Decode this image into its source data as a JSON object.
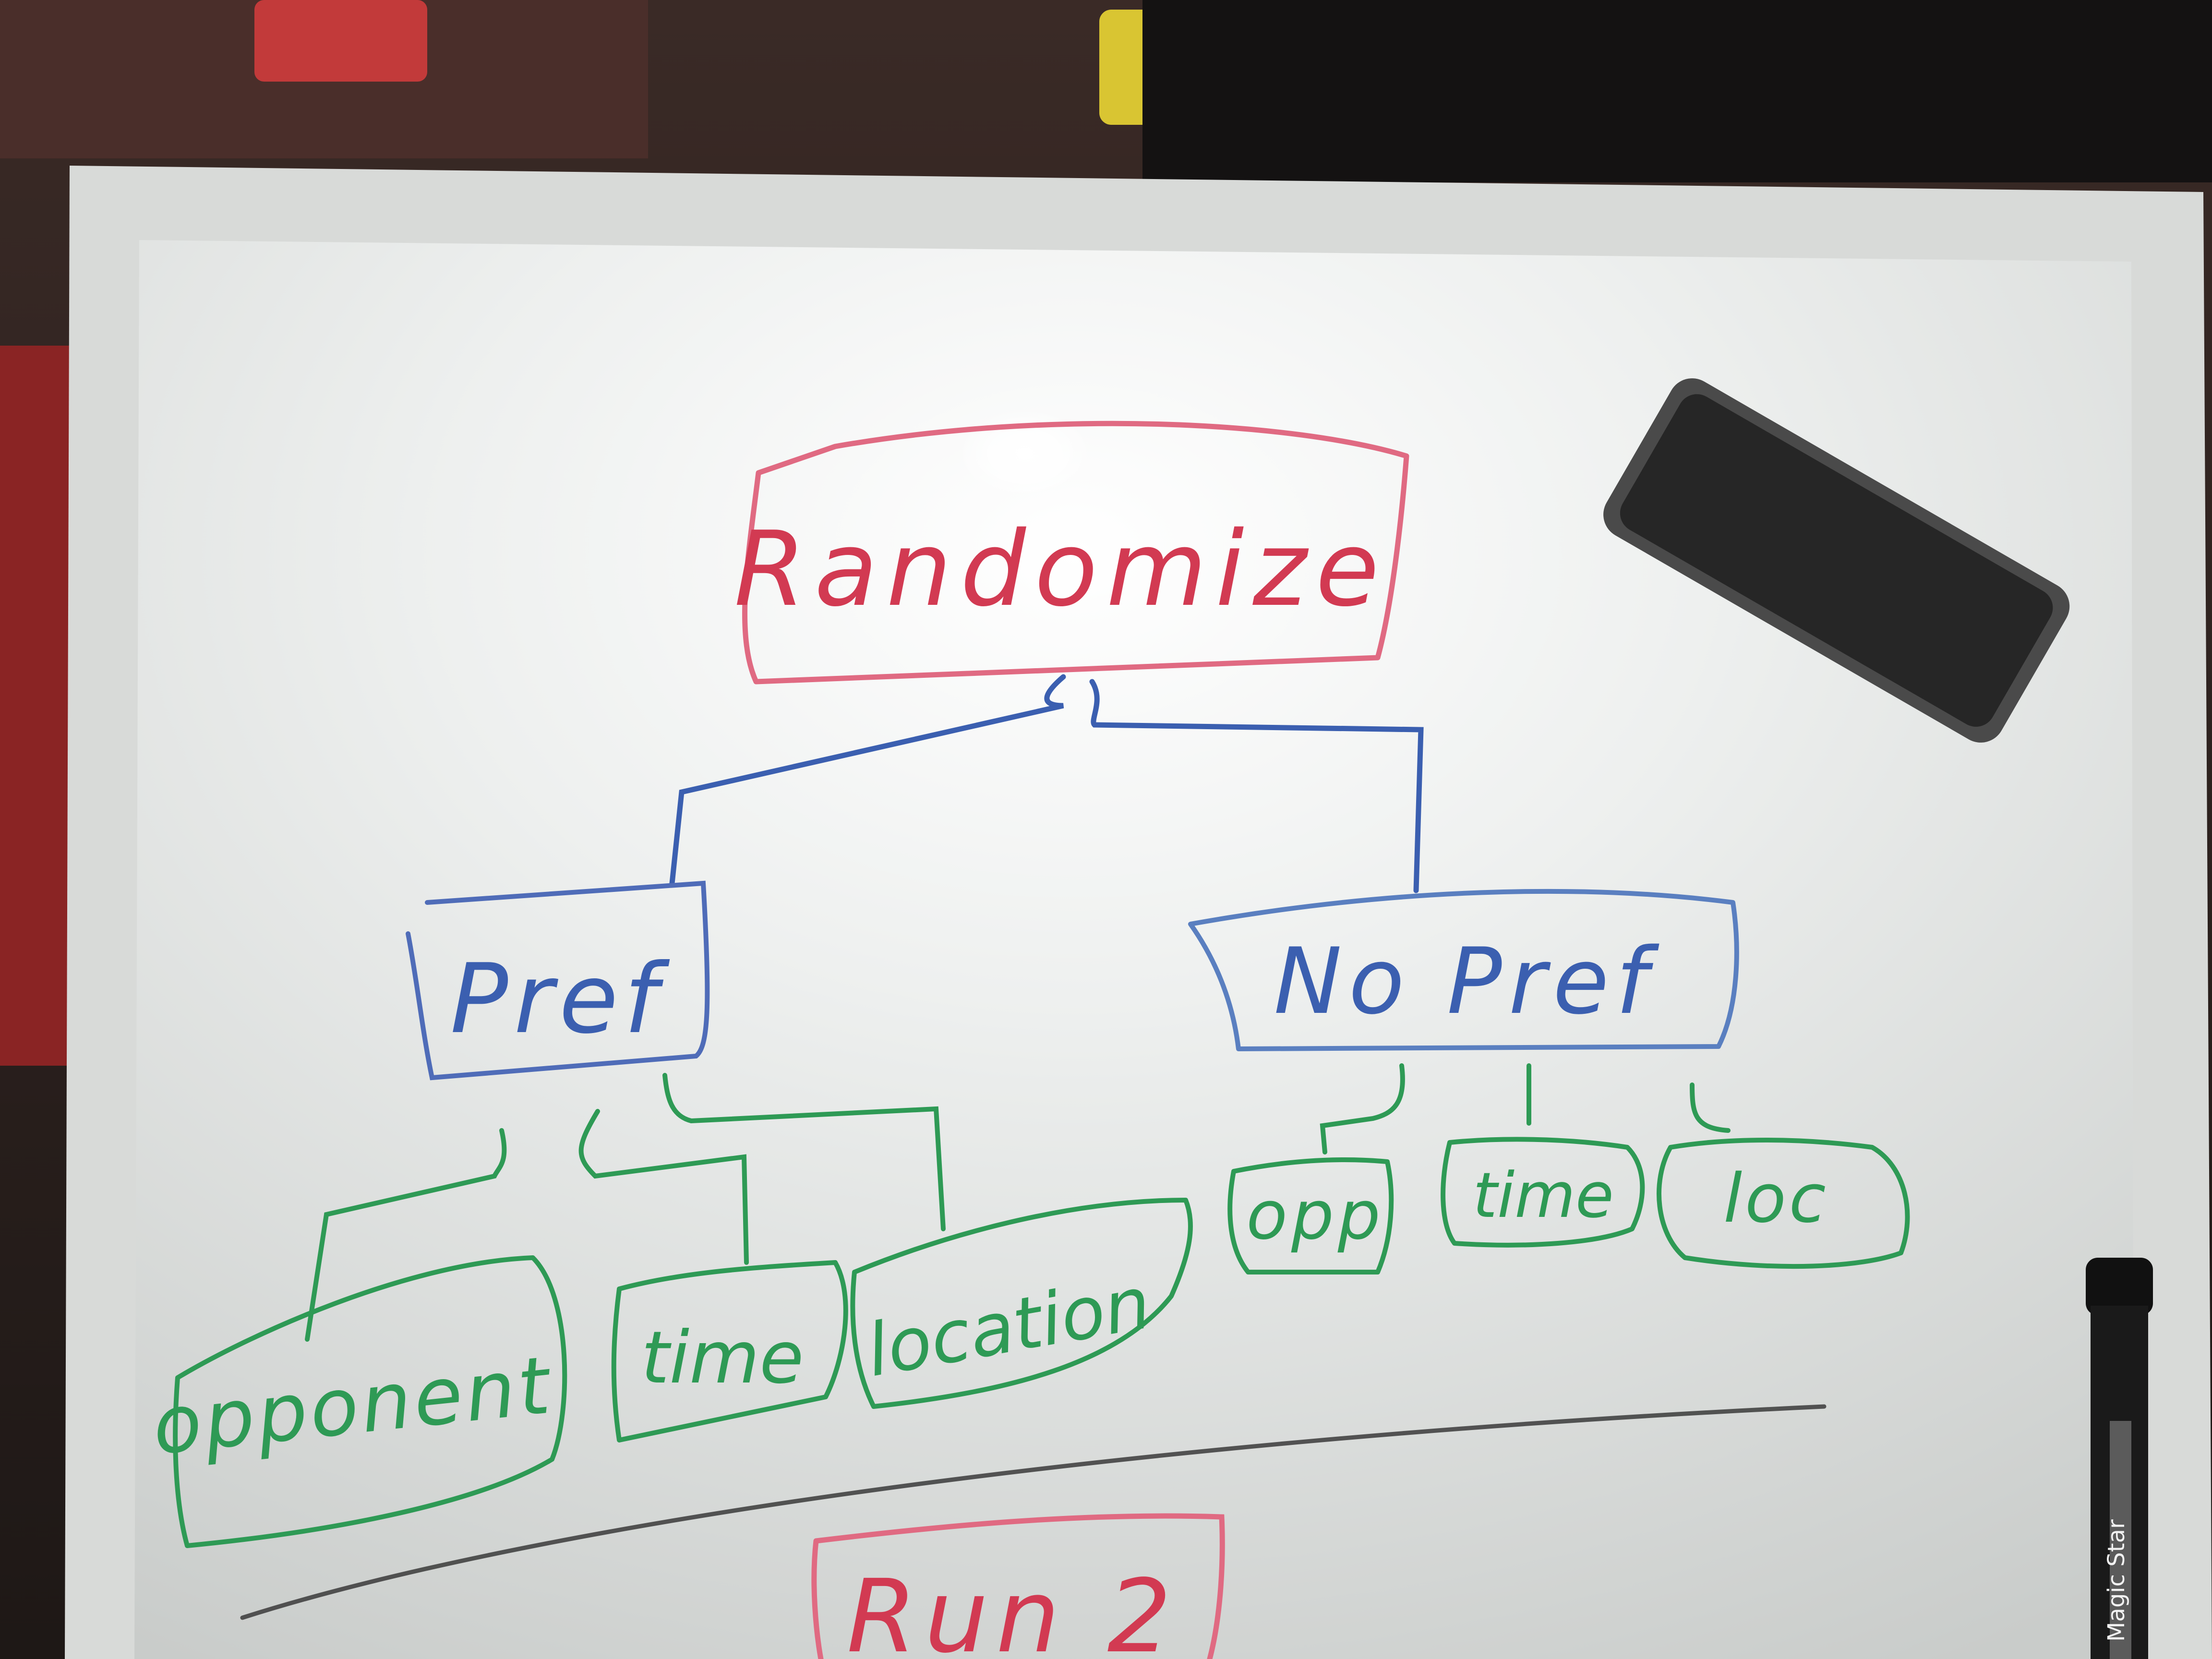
{
  "board": {
    "top_box": {
      "label": "Randomize",
      "color": "#d23a52"
    },
    "branches": [
      {
        "label": "Pref",
        "color": "#3b5fb0",
        "children": [
          "opponent",
          "time",
          "location"
        ]
      },
      {
        "label": "No Pref",
        "color": "#3b5fb0",
        "children": [
          "opp",
          "time",
          "loc"
        ]
      }
    ],
    "bottom_box": {
      "label": "Run 2",
      "color": "#d23a52"
    },
    "child_color": "#2e9a55",
    "marker_brand": "Magic Star"
  },
  "colors": {
    "board": "#eef0ee",
    "frame": "#d9dbd9",
    "eraser": "#262626",
    "wall": "#2a2220"
  }
}
